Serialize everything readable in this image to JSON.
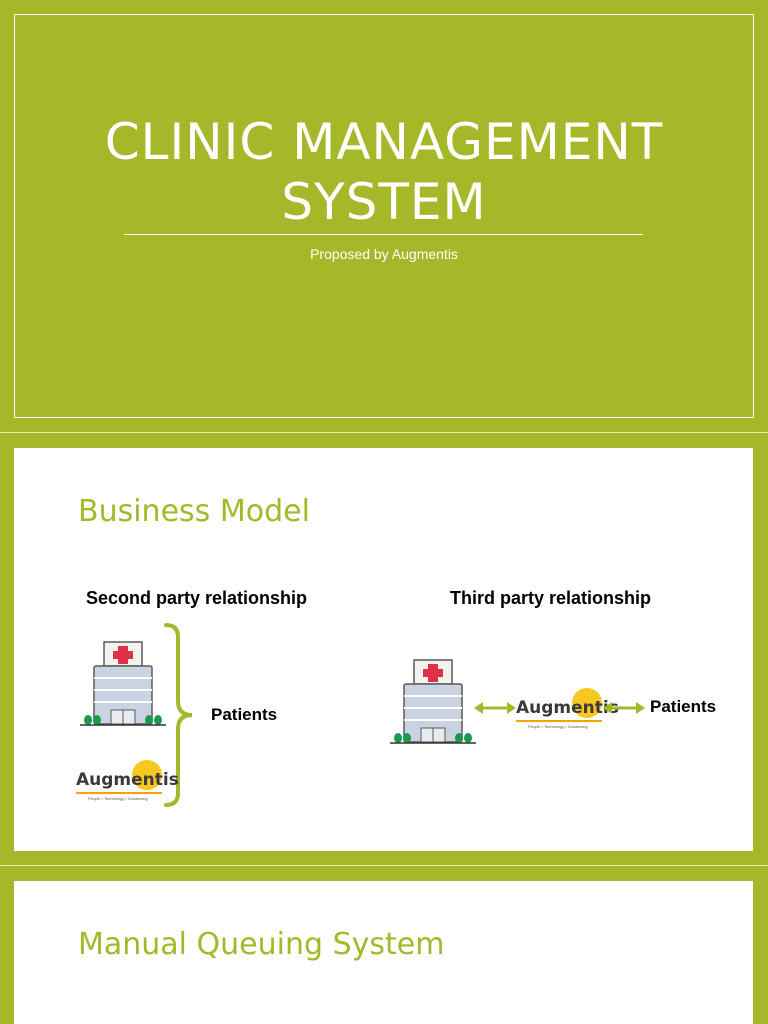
{
  "slide1": {
    "title_line1": "CLINIC MANAGEMENT",
    "title_line2": "SYSTEM",
    "subtitle": "Proposed by Augmentis"
  },
  "slide2": {
    "heading": "Business Model",
    "left": {
      "label": "Second party relationship",
      "patients": "Patients",
      "logo_text": "Augmentis",
      "logo_tagline": "People • Technology • Solutioning"
    },
    "right": {
      "label": "Third party relationship",
      "patients": "Patients",
      "logo_text": "Augmentis",
      "logo_tagline": "People • Technology • Solutioning"
    }
  },
  "slide3": {
    "heading": "Manual Queuing System"
  },
  "colors": {
    "accent": "#a5b82a",
    "white": "#ffffff",
    "logo_sun": "#f7c820",
    "cross_red": "#e0304a"
  },
  "icons": [
    "hospital-icon",
    "brace-icon",
    "double-arrow-icon",
    "augmentis-logo"
  ]
}
